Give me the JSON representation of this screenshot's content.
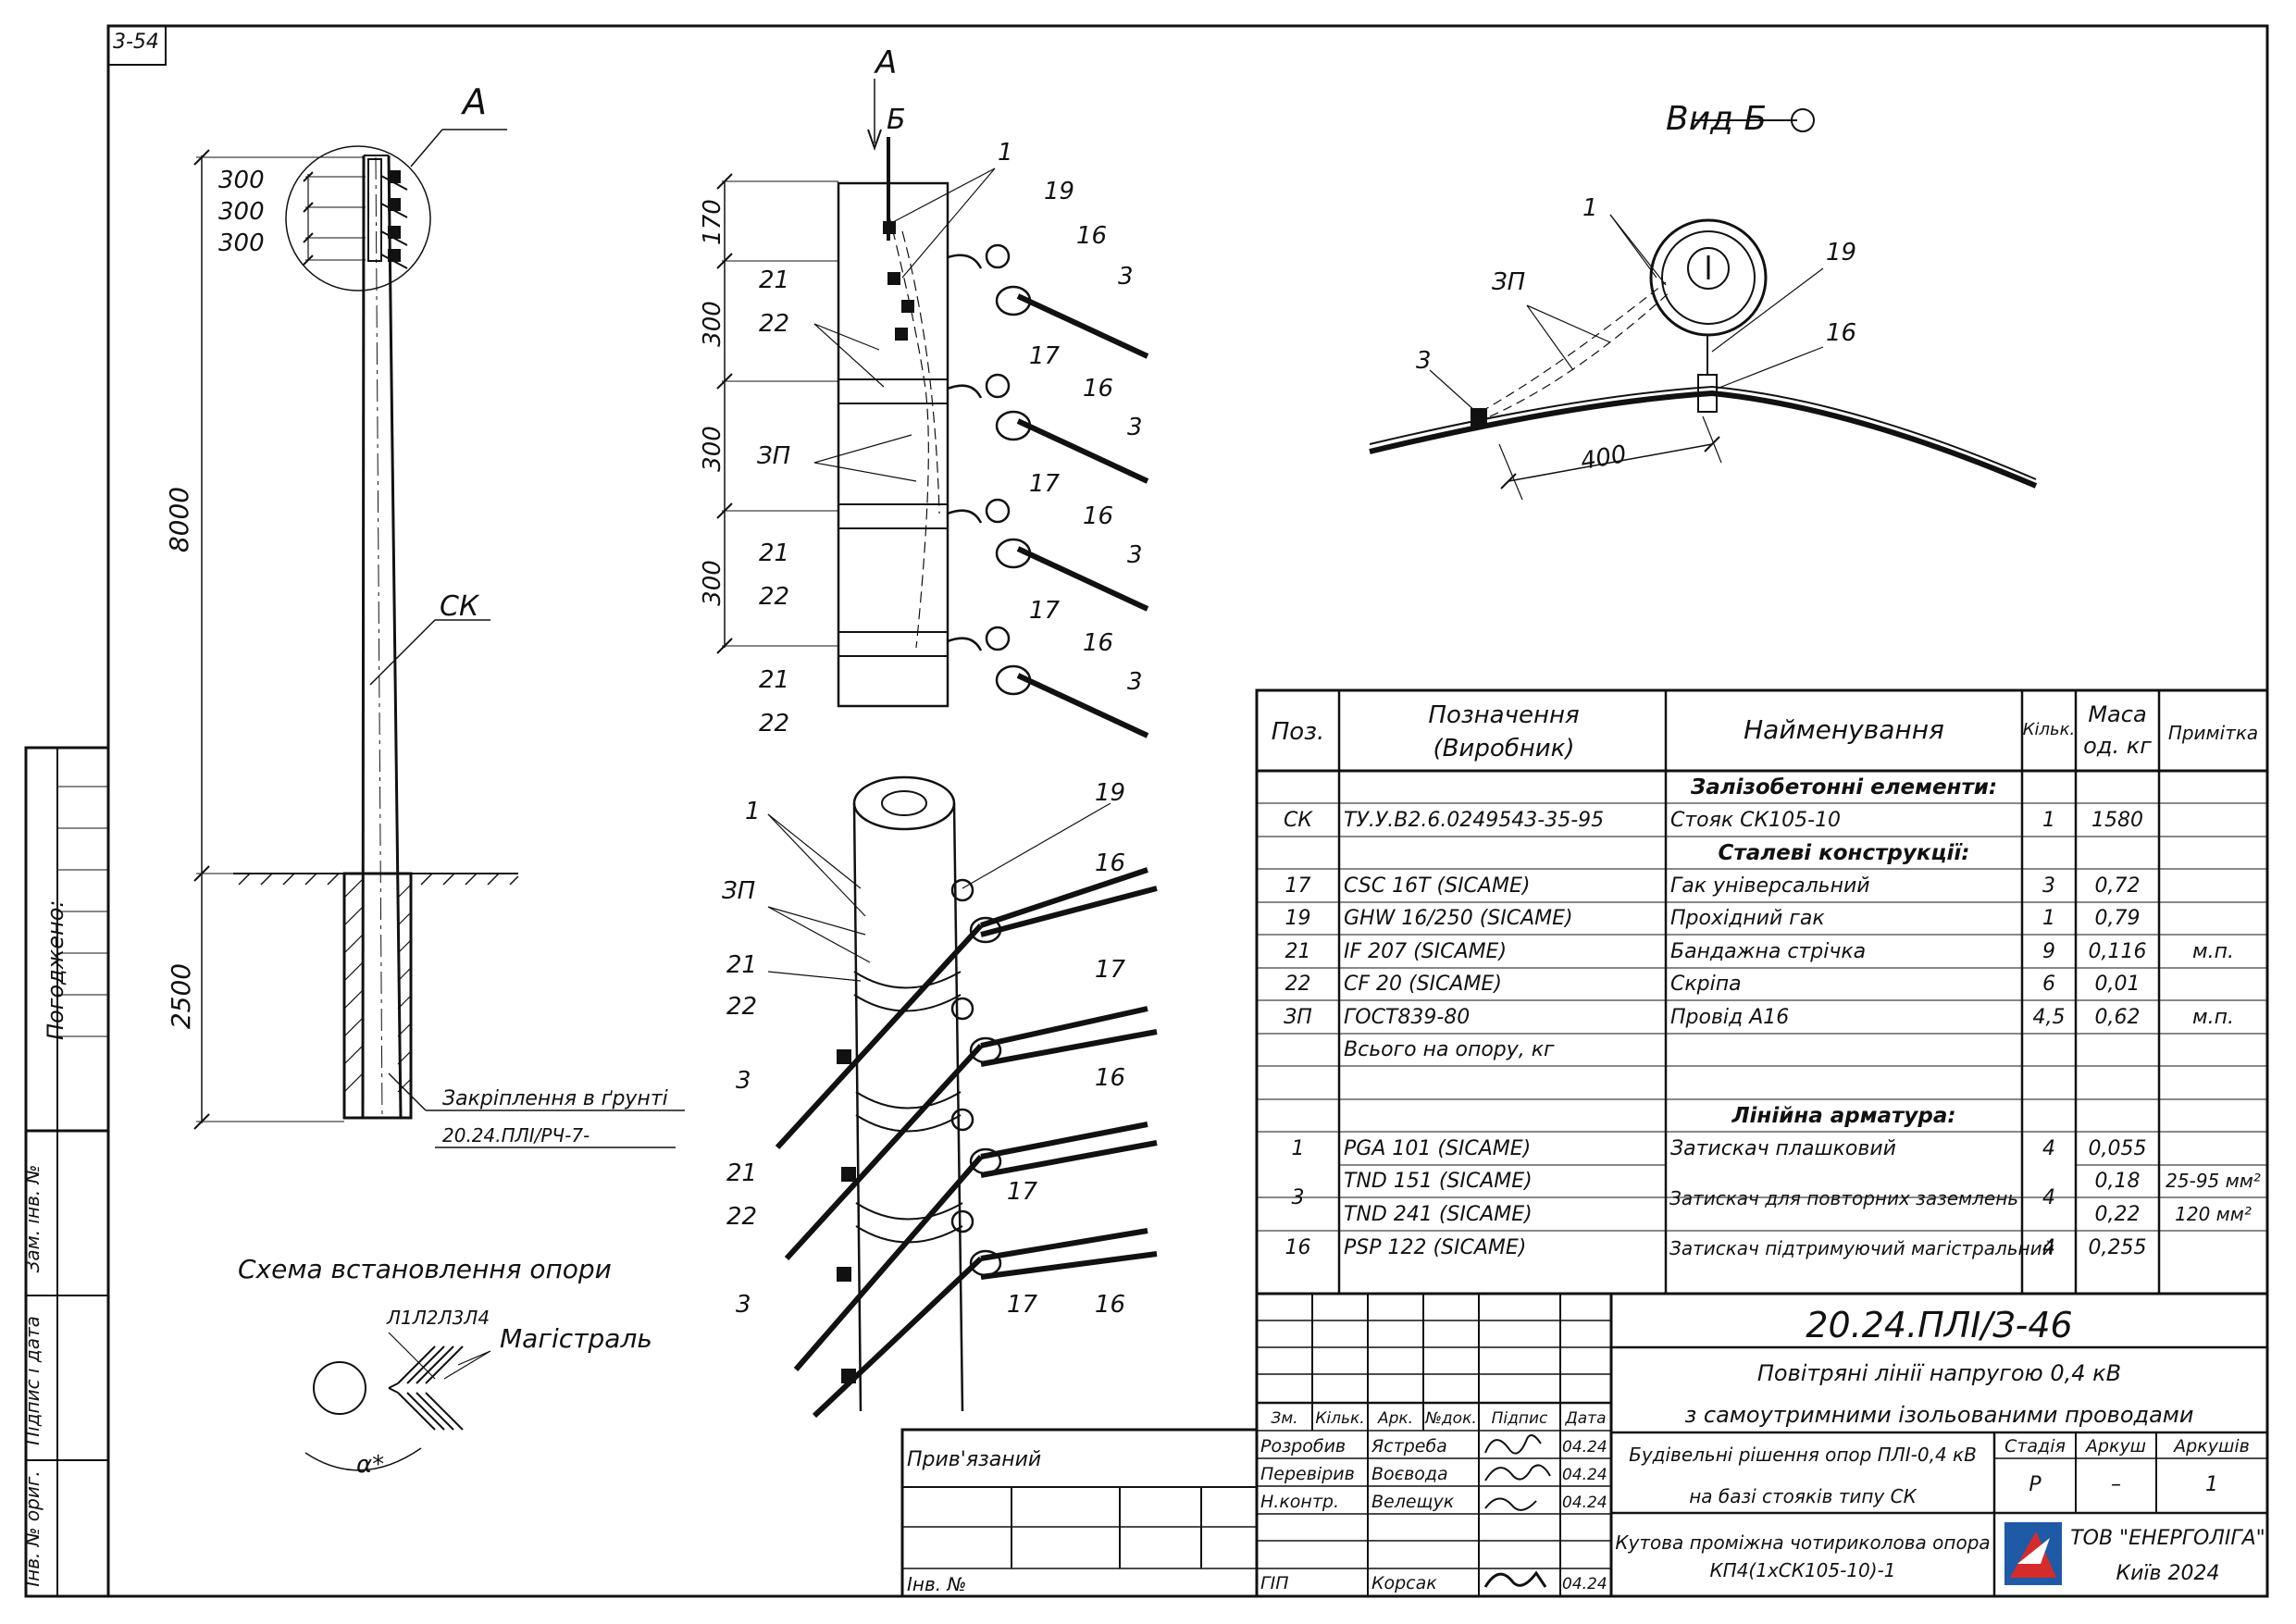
{
  "sheet": {
    "number": "3-54"
  },
  "left_strip": {
    "approved": "Погоджено:",
    "replaced_inv": "Зам. інв. №",
    "sign_date": "Підпис і дата",
    "orig_inv": "Інв. № ориг."
  },
  "pole_view": {
    "callout_a": "А",
    "dims": [
      "300",
      "300",
      "300"
    ],
    "height": "8000",
    "depth": "2500",
    "ck_label": "СК",
    "ground_label": "Закріплення в ґрунті",
    "ground_ref": "20.24.ПЛІ/РЧ-7-"
  },
  "scheme": {
    "title": "Схема встановлення опори",
    "lines": "Л1Л2Л3Л4",
    "trunk": "Магістраль",
    "angle": "α*"
  },
  "detail_a": {
    "label_a": "А",
    "label_b": "Б",
    "dims": [
      "170",
      "300",
      "300",
      "300"
    ],
    "labels": [
      "1",
      "19",
      "16",
      "3",
      "17",
      "16",
      "3",
      "17",
      "16",
      "3",
      "17",
      "16",
      "3",
      "21",
      "22",
      "21",
      "22",
      "21",
      "22",
      "ЗП"
    ]
  },
  "iso_view": {
    "labels": [
      "1",
      "ЗП",
      "21",
      "22",
      "19",
      "16",
      "17",
      "3",
      "16",
      "21",
      "22",
      "17",
      "3",
      "17",
      "16"
    ]
  },
  "view_b": {
    "title": "Вид Б",
    "labels": [
      "1",
      "ЗП",
      "3",
      "19",
      "16"
    ],
    "dim": "400"
  },
  "spec_table": {
    "headers": {
      "pos": "Поз.",
      "designation": "Позначення (Виробник)",
      "name": "Найменування",
      "qty": "Кільк.",
      "mass": "Маса од. кг",
      "note": "Примітка"
    },
    "sections": {
      "concrete": "Залізобетонні елементи:",
      "steel": "Сталеві конструкції:",
      "fittings": "Лінійна арматура:"
    },
    "rows": [
      {
        "pos": "СК",
        "des": "ТУ.У.В2.6.0249543-35-95",
        "name": "Стояк СК105-10",
        "qty": "1",
        "mass": "1580",
        "note": ""
      },
      {
        "pos": "17",
        "des": "CSC 16T   (SICAME)",
        "name": "Гак універсальний",
        "qty": "3",
        "mass": "0,72",
        "note": ""
      },
      {
        "pos": "19",
        "des": "GHW 16/250   (SICAME)",
        "name": "Прохідний гак",
        "qty": "1",
        "mass": "0,79",
        "note": ""
      },
      {
        "pos": "21",
        "des": "IF 207   (SICAME)",
        "name": "Бандажна стрічка",
        "qty": "9",
        "mass": "0,116",
        "note": "м.п."
      },
      {
        "pos": "22",
        "des": "CF 20   (SICAME)",
        "name": "Скріпа",
        "qty": "6",
        "mass": "0,01",
        "note": ""
      },
      {
        "pos": "ЗП",
        "des": "ГОСТ839-80",
        "name": "Провід А16",
        "qty": "4,5",
        "mass": "0,62",
        "note": "м.п."
      },
      {
        "pos": "",
        "des": "Всього на опору, кг",
        "name": "",
        "qty": "",
        "mass": "",
        "note": ""
      },
      {
        "pos": "1",
        "des": "PGA  101   (SICAME)",
        "name": "Затискач плашковий",
        "qty": "4",
        "mass": "0,055",
        "note": ""
      },
      {
        "pos": "3",
        "des": "TND  151   (SICAME)",
        "des2": "TND  241   (SICAME)",
        "name": "Затискач для повторних заземлень",
        "qty": "4",
        "mass": "0,18",
        "mass2": "0,22",
        "note": "25-95 мм²",
        "note2": "120 мм²"
      },
      {
        "pos": "16",
        "des": "PSP  122   (SICAME)",
        "name": "Затискач підтримуючий магістральний",
        "qty": "4",
        "mass": "0,255",
        "note": ""
      }
    ]
  },
  "title_block": {
    "code": "20.24.ПЛІ/З-46",
    "title_line1": "Повітряні лінії напругою 0,4 кВ",
    "title_line2": "з самоутримними ізольованими проводами",
    "col_heads": [
      "Зм.",
      "Кільк.",
      "Арк.",
      "№док.",
      "Підпис",
      "Дата"
    ],
    "people": [
      {
        "role": "Розробив",
        "name": "Ястреба",
        "date": "04.24"
      },
      {
        "role": "Перевірив",
        "name": "Воєвода",
        "date": "04.24"
      },
      {
        "role": "Н.контр.",
        "name": "Велещук",
        "date": "04.24"
      },
      {
        "role": "ГІП",
        "name": "Корсак",
        "date": "04.24"
      }
    ],
    "subtitle1": "Будівельні рішення опор ПЛІ-0,4 кВ",
    "subtitle2": "на базі стояків типу СК",
    "drawing1": "Кутова проміжна чотириколова опора",
    "drawing2": "КП4(1хСК105-10)-1",
    "stage_head": "Стадія",
    "sheet_head": "Аркуш",
    "sheets_head": "Аркушів",
    "stage": "Р",
    "sheet": "–",
    "sheets": "1",
    "company": "ТОВ \"ЕНЕРГОЛІГА\"",
    "city_year": "Київ 2024",
    "bound": "Прив'язаний",
    "inv": "Інв. №"
  }
}
